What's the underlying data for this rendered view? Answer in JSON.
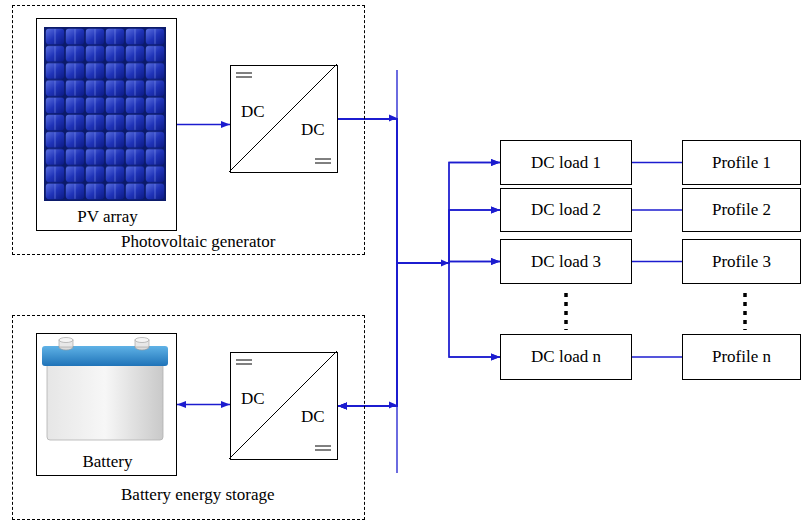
{
  "diagram": {
    "nodes": [
      {
        "text": [
          "Photovoltaic generator"
        ]
      },
      {
        "text": [
          "PV array"
        ],
        "in": 0
      },
      {
        "text": [
          "DC",
          "DC"
        ],
        "in": 0
      },
      {
        "text": [
          "Battery energy storage"
        ]
      },
      {
        "text": [
          "Battery"
        ],
        "in": 3
      },
      {
        "text": [
          "DC",
          "DC"
        ],
        "in": 3
      },
      {
        "text": [
          "DC load 1"
        ]
      },
      {
        "text": [
          "DC load 2"
        ]
      },
      {
        "text": [
          "DC load 3"
        ]
      },
      {
        "text": [
          "DC load n"
        ]
      },
      {
        "text": [
          "Profile 1"
        ]
      },
      {
        "text": [
          "Profile 2"
        ]
      },
      {
        "text": [
          "Profile 3"
        ]
      },
      {
        "text": [
          "Profile n"
        ]
      }
    ],
    "edges": [
      {
        "from": 1,
        "to": 2,
        "arrow": "to"
      },
      {
        "from": 2,
        "to": 6,
        "arrow": "to"
      },
      {
        "from": 2,
        "to": 7,
        "arrow": "to"
      },
      {
        "from": 2,
        "to": 8,
        "arrow": "to"
      },
      {
        "from": 2,
        "to": 9,
        "arrow": "to"
      },
      {
        "from": 4,
        "to": 5,
        "arrow": "both"
      },
      {
        "from": 5,
        "to": 6,
        "arrow": "both"
      },
      {
        "from": 5,
        "to": 7,
        "arrow": "both"
      },
      {
        "from": 5,
        "to": 8,
        "arrow": "both"
      },
      {
        "from": 5,
        "to": 9,
        "arrow": "both"
      },
      {
        "from": 6,
        "to": 10,
        "arrow": "none"
      },
      {
        "from": 7,
        "to": 11,
        "arrow": "none"
      },
      {
        "from": 8,
        "to": 12,
        "arrow": "none"
      },
      {
        "from": 9,
        "to": 13,
        "arrow": "none"
      }
    ]
  }
}
